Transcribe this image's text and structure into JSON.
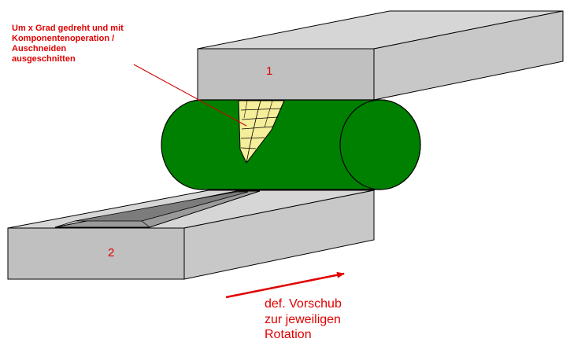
{
  "annotation": {
    "lines": [
      "Um x Grad gedreht und mit",
      "Komponentenoperation /",
      "Auschneiden",
      "ausgeschnitten"
    ]
  },
  "blocks": {
    "upper_label": "1",
    "lower_label": "2"
  },
  "feed": {
    "lines": [
      "def. Vorschub",
      "zur jeweiligen",
      "Rotation"
    ]
  },
  "colors": {
    "block_front": "#c0c0c0",
    "block_side": "#c8c8c8",
    "block_top": "#d6d6d6",
    "roller": "#008000",
    "cut_pattern": "#f5ee9a",
    "text": "#e00000",
    "arrow": "#e00000",
    "leader_line": "#cc0000"
  },
  "icons": {
    "feed_arrow": "arrow-right-icon"
  }
}
